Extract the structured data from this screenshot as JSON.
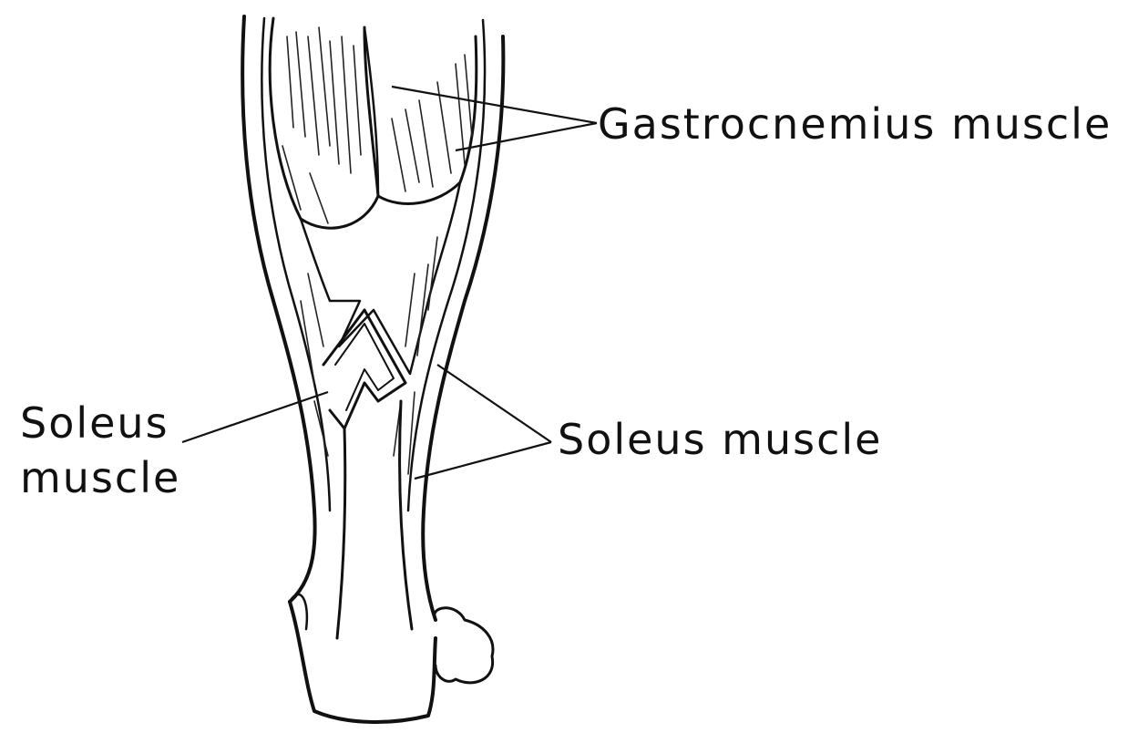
{
  "labels": {
    "gastrocnemius": "Gastrocnemius muscle",
    "soleus_right": "Soleus muscle",
    "soleus_left_line1": "Soleus",
    "soleus_left_line2": "muscle"
  },
  "colors": {
    "ink": "#111111",
    "paper": "#ffffff"
  }
}
